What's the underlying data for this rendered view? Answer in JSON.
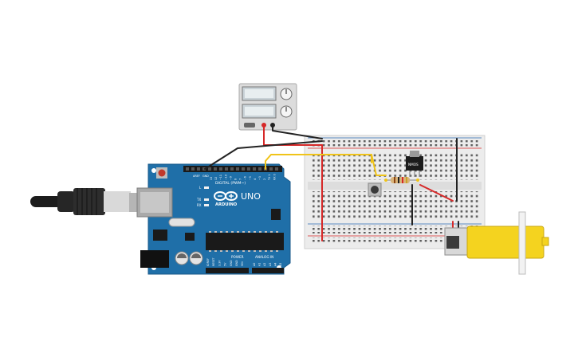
{
  "arduino": {
    "brand": "ARDUINO",
    "model": "UNO",
    "digital_header": "DIGITAL (PWM~)",
    "analog_header": "ANALOG IN",
    "power_header": "POWER",
    "tx_label": "TX",
    "rx_label": "RX",
    "l_label": "L",
    "aref_label": "AREF",
    "gnd_label": "GND",
    "digital_pins": [
      "13",
      "12",
      "~11",
      "~10",
      "~9",
      "8",
      "7",
      "~6",
      "~5",
      "4",
      "~3",
      "2",
      "TX 1",
      "RX 0"
    ],
    "power_pins": [
      "IOREF",
      "RESET",
      "3.3V",
      "5V",
      "GND",
      "GND",
      "VIN"
    ],
    "analog_pins": [
      "A0",
      "A1",
      "A2",
      "A3",
      "A4",
      "A5"
    ]
  },
  "transistor": {
    "label": "NMOS"
  },
  "motor": {
    "color": "#f4d31f"
  },
  "colors": {
    "board": "#1f6fa8",
    "breadboard": "#ececec",
    "wire_red": "#d62828",
    "wire_black": "#222222",
    "wire_yellow": "#f0c419"
  }
}
